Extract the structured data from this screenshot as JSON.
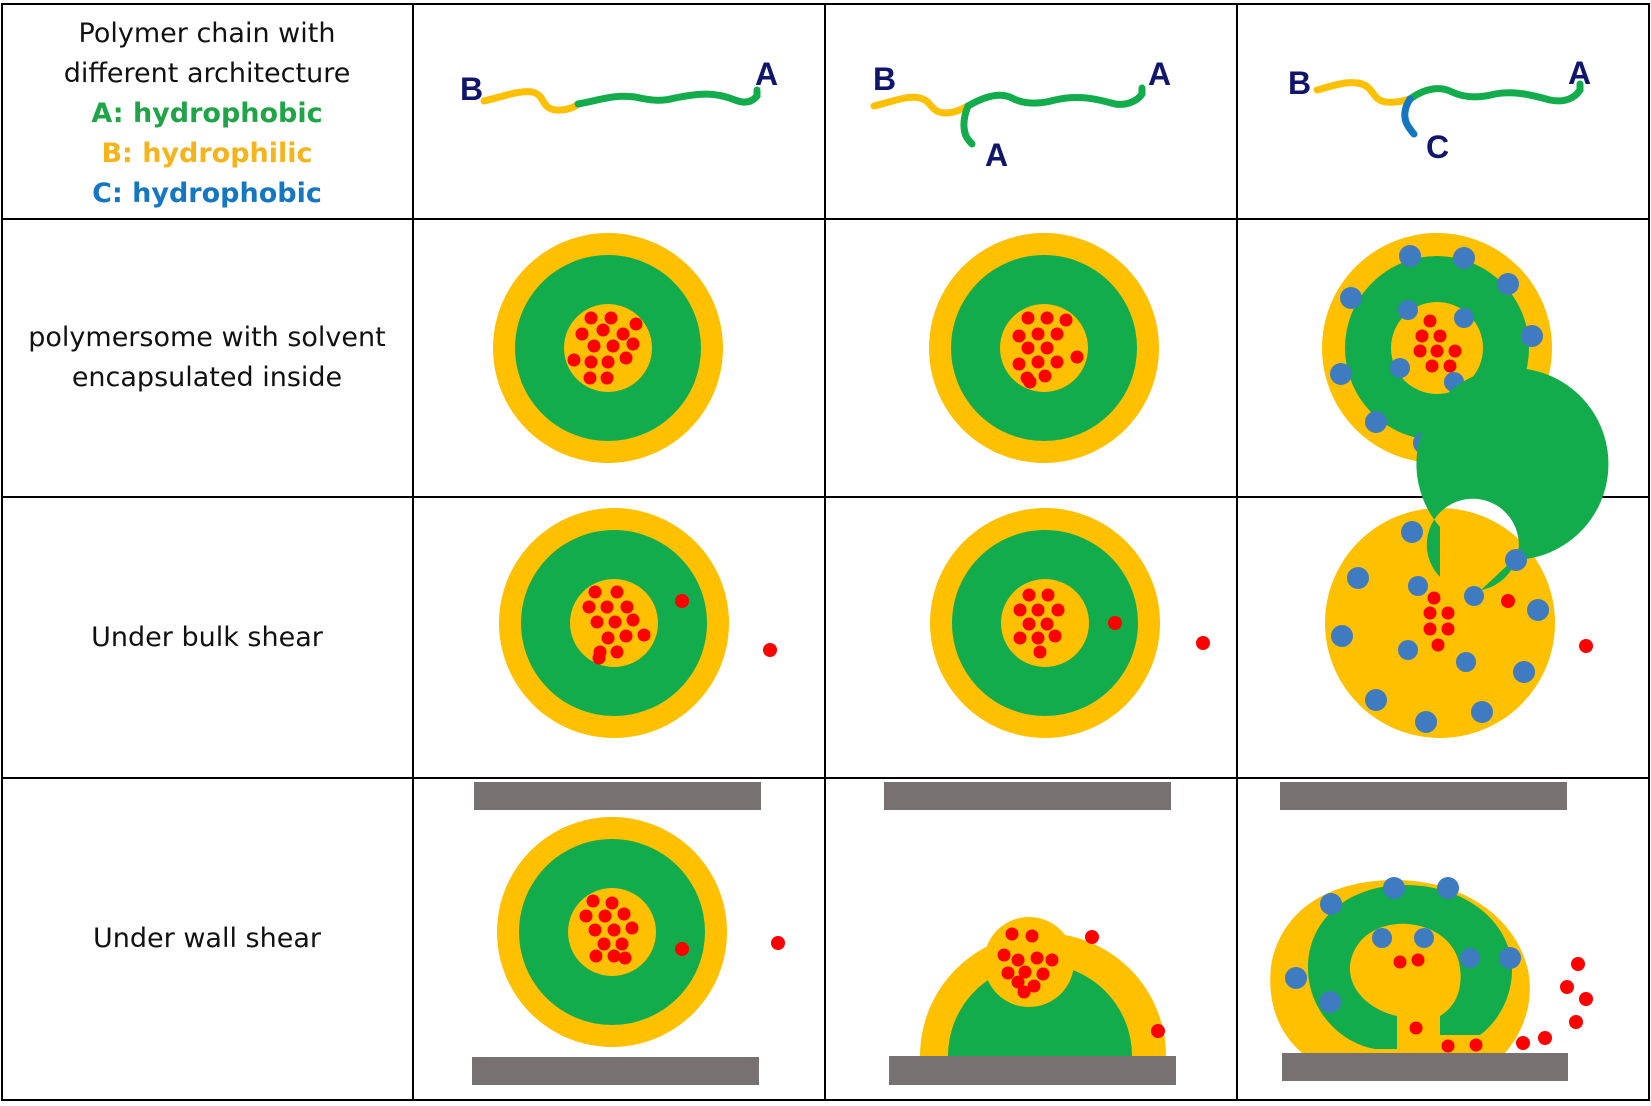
{
  "header": {
    "title_line1": "Polymer chain with",
    "title_line2": "different architecture",
    "legend": {
      "a": "A: hydrophobic",
      "b": "B: hydrophilic",
      "c": "C: hydrophobic"
    }
  },
  "rows": {
    "row2_line1": "polymersome with solvent",
    "row2_line2": "encapsulated inside",
    "row3": "Under bulk shear",
    "row4": "Under wall shear"
  },
  "chain_labels": {
    "a": "A",
    "b": "B",
    "c": "C"
  },
  "colors": {
    "hydrophobic_a": "#12ac4c",
    "hydrophilic_b": "#ffc000",
    "hydrophobic_c": "#3f7bc0",
    "solvent": "#ff0000",
    "wall": "#777171",
    "label_text": "#10166b",
    "grid": "#000000"
  }
}
